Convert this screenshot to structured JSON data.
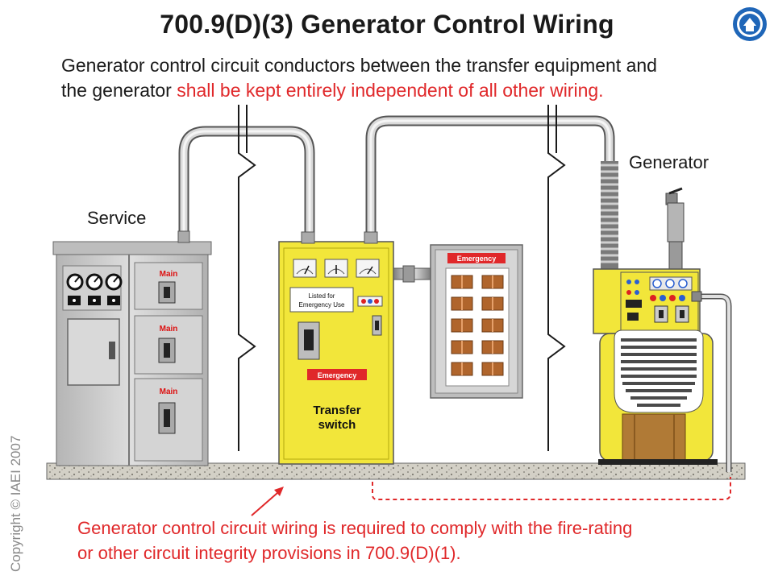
{
  "title": "700.9(D)(3) Generator Control Wiring",
  "intro": {
    "line1": "Generator control circuit conductors between the transfer equipment and",
    "line2_start": "the generator ",
    "line2_red": "shall be kept entirely independent of all other wiring."
  },
  "labels": {
    "service": "Service",
    "generator": "Generator",
    "transfer_switch_line1": "Transfer",
    "transfer_switch_line2": "switch",
    "emergency_ts": "Emergency",
    "emergency_panel": "Emergency",
    "listed_line1": "Listed for",
    "listed_line2": "Emergency Use",
    "main": [
      "Main",
      "Main",
      "Main"
    ]
  },
  "note": {
    "line1": "Generator control circuit wiring is required to comply with the fire-rating",
    "line2": "or other circuit integrity provisions in 700.9(D)(1)."
  },
  "copyright": "Copyright © IAEI 2007",
  "colors": {
    "accent_red": "#e0282a",
    "equipment_yellow": "#f2e63a",
    "service_gray": "#c9c9c9"
  },
  "icons": [
    "iaei-logo-icon",
    "meter-icon",
    "disconnect-switch-icon",
    "breaker-icon",
    "conduit-break-icon"
  ]
}
